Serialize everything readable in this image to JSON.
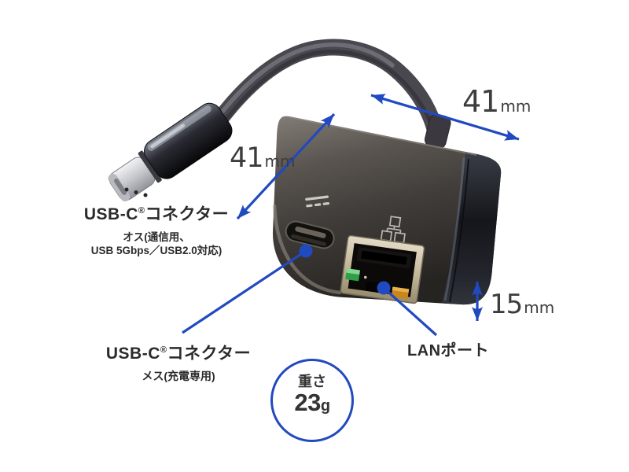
{
  "background": "#ffffff",
  "accent_blue": "#2149c0",
  "annotations": {
    "cable_length": {
      "value": "41",
      "unit": "mm"
    },
    "body_width": {
      "value": "41",
      "unit": "mm"
    },
    "body_height": {
      "value": "15",
      "unit": "mm"
    }
  },
  "weight_badge": {
    "label": "重さ",
    "value": "23",
    "unit": "g"
  },
  "labels": {
    "usb_male": {
      "name": "USB-C",
      "reg": "®",
      "suffix": "コネクター",
      "sub1": "オス(通信用、",
      "sub2": "USB 5Gbps／USB2.0対応)"
    },
    "usb_female": {
      "name": "USB-C",
      "reg": "®",
      "suffix": "コネクター",
      "sub": "メス(充電専用)"
    },
    "lan_port": {
      "title": "LANポート"
    }
  },
  "icons": {
    "dc_power": "dc-power-icon",
    "ethernet": "ethernet-icon"
  },
  "product_colors": {
    "body_gray": "#5a5550",
    "side_dark": "#15161b",
    "cable": "#4a484f",
    "plug_metal": "#c6c7cb",
    "rj45_bezel": "#c0b396",
    "led_green": "#2fa048",
    "led_amber": "#c9861c"
  }
}
